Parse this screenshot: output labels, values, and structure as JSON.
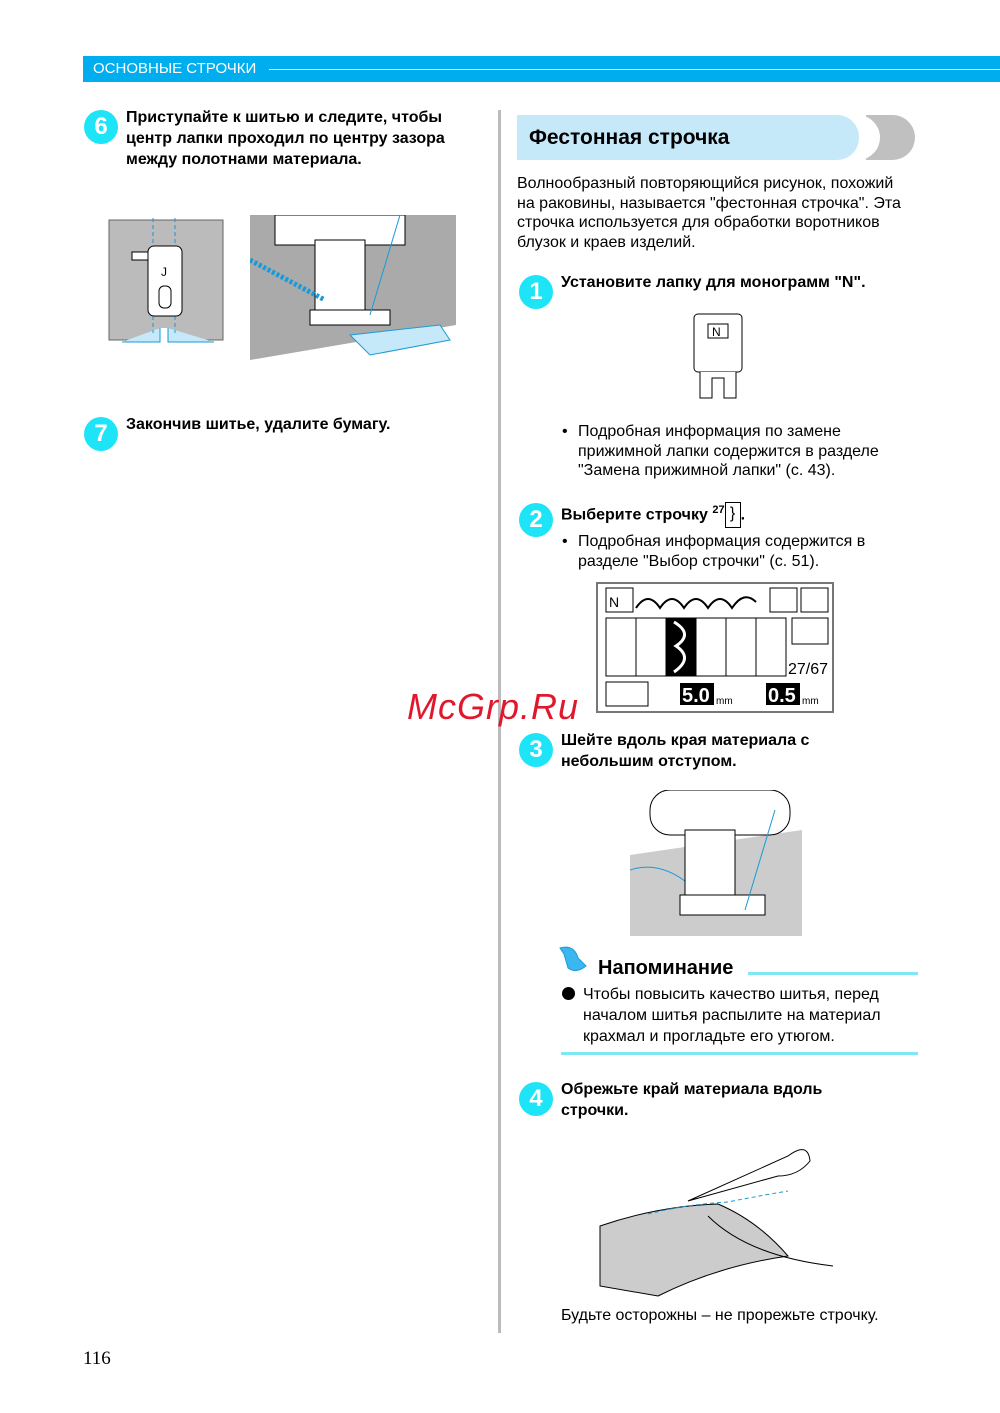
{
  "header": {
    "section": "ОСНОВНЫЕ СТРОЧКИ"
  },
  "left": {
    "step6": {
      "num": "6",
      "text": "Приступайте к шитью и следите, чтобы центр лапки проходил по центру зазора между полотнами материала.",
      "foot_label": "J"
    },
    "step7": {
      "num": "7",
      "text": "Закончив шитье, удалите бумагу."
    }
  },
  "right": {
    "title": "Фестонная строчка",
    "intro": "Волнообразный повторяющийся рисунок, похожий на раковины, называется \"фестонная строчка\". Эта строчка используется для обработки воротников блузок и краев изделий.",
    "step1": {
      "num": "1",
      "text": "Установите лапку для монограмм \"N\".",
      "foot_label": "N",
      "bullet": "Подробная информация по замене прижимной лапки содержится в разделе \"Замена прижимной лапки\" (с. 43)."
    },
    "step2": {
      "num": "2",
      "text": "Выберите строчку",
      "stitch_no": "27",
      "bullet": "Подробная информация содержится в разделе \"Выбор строчки\" (с. 51)."
    },
    "lcd": {
      "counter": "27/67",
      "width": "5.0",
      "length": "0.5",
      "unit": "mm",
      "foot": "N"
    },
    "step3": {
      "num": "3",
      "text": "Шейте вдоль края материала с небольшим отступом."
    },
    "memo": {
      "title": "Напоминание",
      "text": "Чтобы повысить качество шитья, перед началом шитья распылите на материал крахмал и прогладьте его утюгом."
    },
    "step4": {
      "num": "4",
      "text": "Обрежьте край материала вдоль строчки.",
      "caption": "Будьте осторожны – не прорежьте строчку."
    }
  },
  "page_number": "116",
  "watermark": "McGrp.Ru"
}
